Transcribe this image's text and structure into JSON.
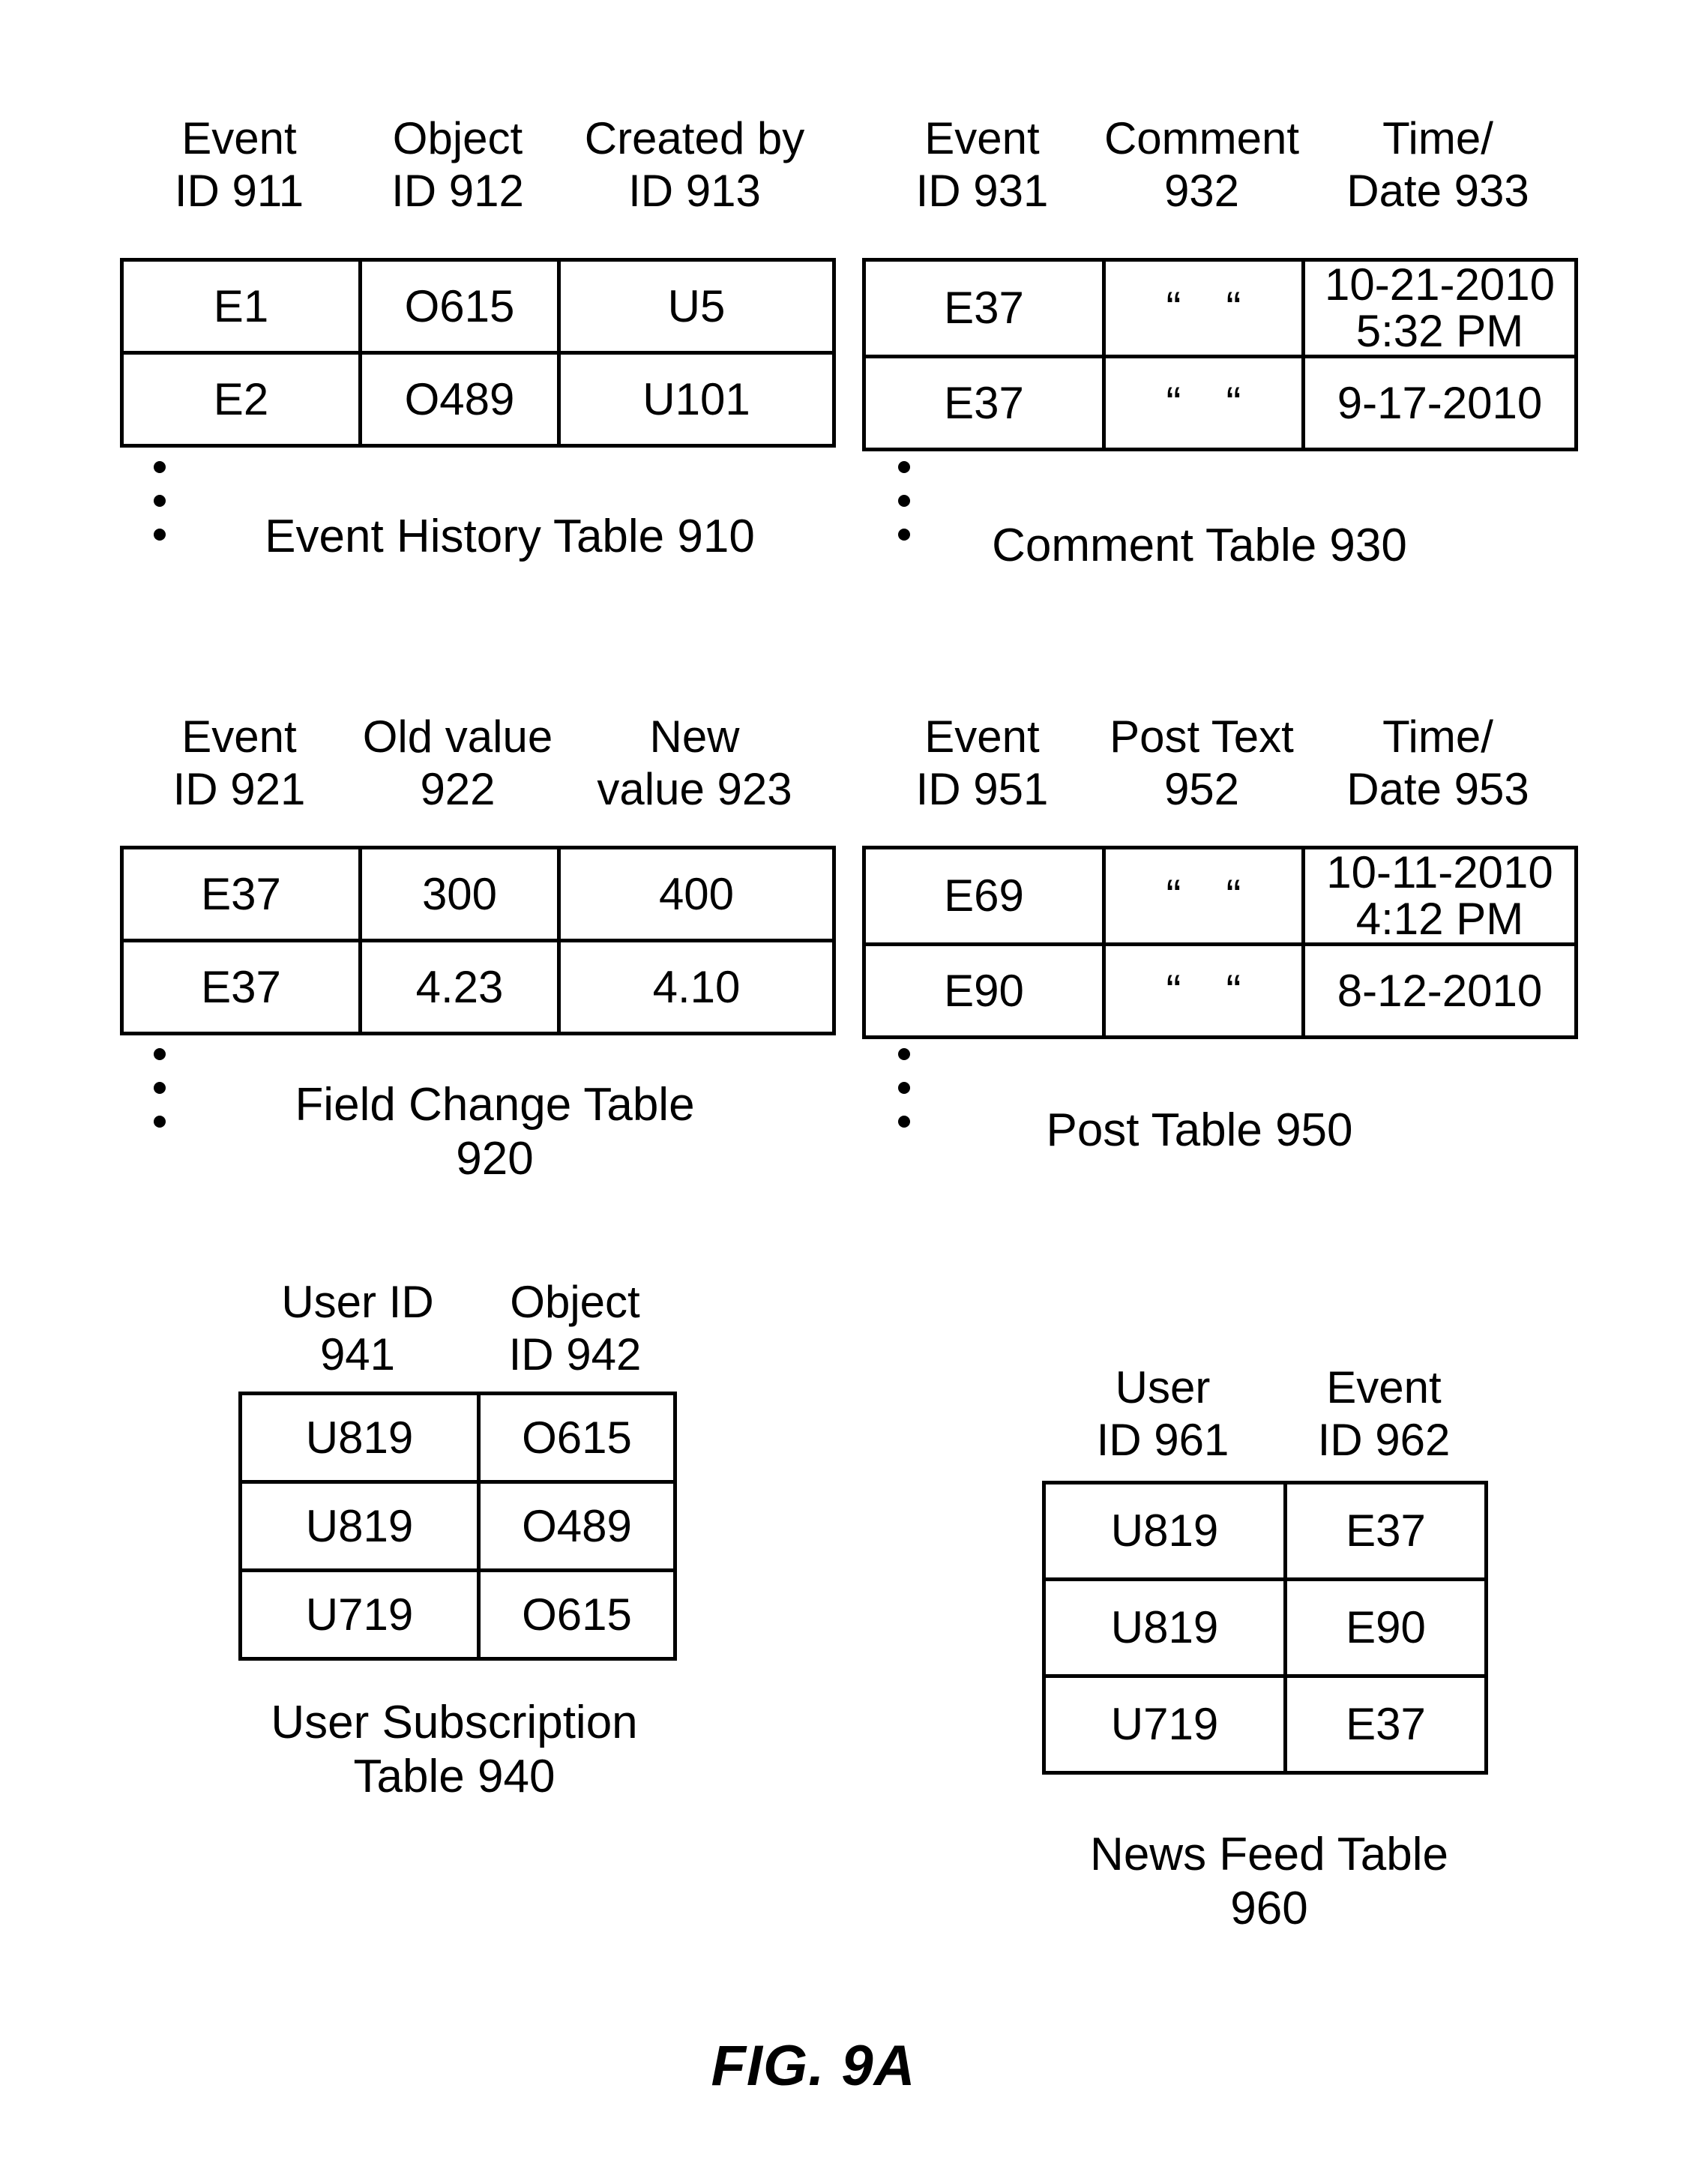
{
  "figure_label": "FIG. 9A",
  "colors": {
    "ink": "#000000",
    "background": "#ffffff"
  },
  "tables": {
    "event_history": {
      "headers": [
        [
          "Event",
          "ID 911"
        ],
        [
          "Object",
          "ID 912"
        ],
        [
          "Created by",
          "ID 913"
        ]
      ],
      "rows": [
        [
          [
            "E1"
          ],
          [
            "O615"
          ],
          [
            "U5"
          ]
        ],
        [
          [
            "E2"
          ],
          [
            "O489"
          ],
          [
            "U101"
          ]
        ]
      ],
      "caption": [
        "Event History Table 910"
      ],
      "has_more_rows_ellipsis": true
    },
    "comment": {
      "headers": [
        [
          "Event",
          "ID 931"
        ],
        [
          "Comment",
          "932"
        ],
        [
          "Time/",
          "Date 933"
        ]
      ],
      "rows": [
        [
          [
            "E37"
          ],
          [
            "“ “"
          ],
          [
            "10-21-2010",
            "5:32 PM"
          ]
        ],
        [
          [
            "E37"
          ],
          [
            "“ “"
          ],
          [
            "9-17-2010"
          ]
        ]
      ],
      "caption": [
        "Comment Table 930"
      ],
      "has_more_rows_ellipsis": true
    },
    "field_change": {
      "headers": [
        [
          "Event",
          "ID 921"
        ],
        [
          "Old value",
          "922"
        ],
        [
          "New",
          "value 923"
        ]
      ],
      "rows": [
        [
          [
            "E37"
          ],
          [
            "300"
          ],
          [
            "400"
          ]
        ],
        [
          [
            "E37"
          ],
          [
            "4.23"
          ],
          [
            "4.10"
          ]
        ]
      ],
      "caption": [
        "Field Change Table",
        "920"
      ],
      "has_more_rows_ellipsis": true
    },
    "post": {
      "headers": [
        [
          "Event",
          "ID 951"
        ],
        [
          "Post Text",
          "952"
        ],
        [
          "Time/",
          "Date 953"
        ]
      ],
      "rows": [
        [
          [
            "E69"
          ],
          [
            "“ “"
          ],
          [
            "10-11-2010",
            "4:12 PM"
          ]
        ],
        [
          [
            "E90"
          ],
          [
            "“ “"
          ],
          [
            "8-12-2010"
          ]
        ]
      ],
      "caption": [
        "Post Table 950"
      ],
      "has_more_rows_ellipsis": true
    },
    "user_subscription": {
      "headers": [
        [
          "User ID",
          "941"
        ],
        [
          "Object",
          "ID 942"
        ]
      ],
      "rows": [
        [
          [
            "U819"
          ],
          [
            "O615"
          ]
        ],
        [
          [
            "U819"
          ],
          [
            "O489"
          ]
        ],
        [
          [
            "U719"
          ],
          [
            "O615"
          ]
        ]
      ],
      "caption": [
        "User Subscription",
        "Table 940"
      ],
      "has_more_rows_ellipsis": false
    },
    "news_feed": {
      "headers": [
        [
          "User",
          "ID 961"
        ],
        [
          "Event",
          "ID 962"
        ]
      ],
      "rows": [
        [
          [
            "U819"
          ],
          [
            "E37"
          ]
        ],
        [
          [
            "U819"
          ],
          [
            "E90"
          ]
        ],
        [
          [
            "U719"
          ],
          [
            "E37"
          ]
        ]
      ],
      "caption": [
        "News Feed Table",
        "960"
      ],
      "has_more_rows_ellipsis": false
    }
  }
}
